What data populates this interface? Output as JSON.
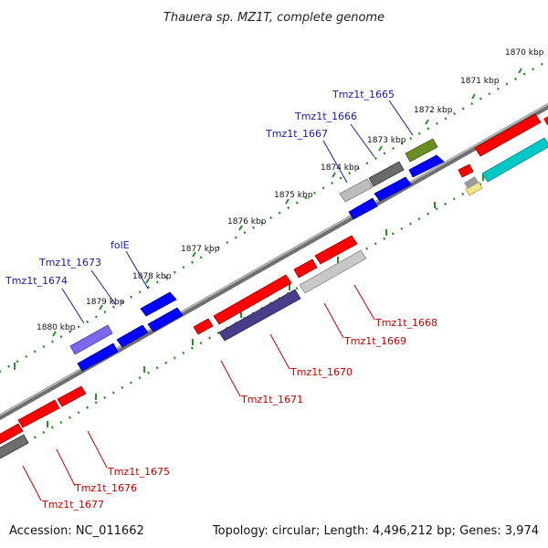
{
  "title": "Thauera sp. MZ1T, complete genome",
  "footer": {
    "accession": "Accession: NC_011662",
    "summary": "Topology: circular; Length: 4,496,212 bp; Genes: 3,974"
  },
  "ticks": [
    "1870 kbp",
    "1871 kbp",
    "1872 kbp",
    "1873 kbp",
    "1874 kbp",
    "1875 kbp",
    "1876 kbp",
    "1877 kbp",
    "1878 kbp",
    "1879 kbp",
    "1880 kbp"
  ],
  "labels_plus": [
    "Tmz1t_1665",
    "Tmz1t_1666",
    "Tmz1t_1667",
    "folE",
    "Tmz1t_1673",
    "Tmz1t_1674"
  ],
  "labels_minus": [
    "Tmz1t_1668",
    "Tmz1t_1669",
    "Tmz1t_1670",
    "Tmz1t_1671",
    "Tmz1t_1675",
    "Tmz1t_1676",
    "Tmz1t_1677"
  ],
  "colors": {
    "plus_gene": "#0000ff",
    "minus_gene": "#ff0000",
    "label_plus": "#1a1aa6",
    "label_minus": "#c40000",
    "backbone": "#8a8a8a",
    "tick": "#2e8b2e"
  }
}
